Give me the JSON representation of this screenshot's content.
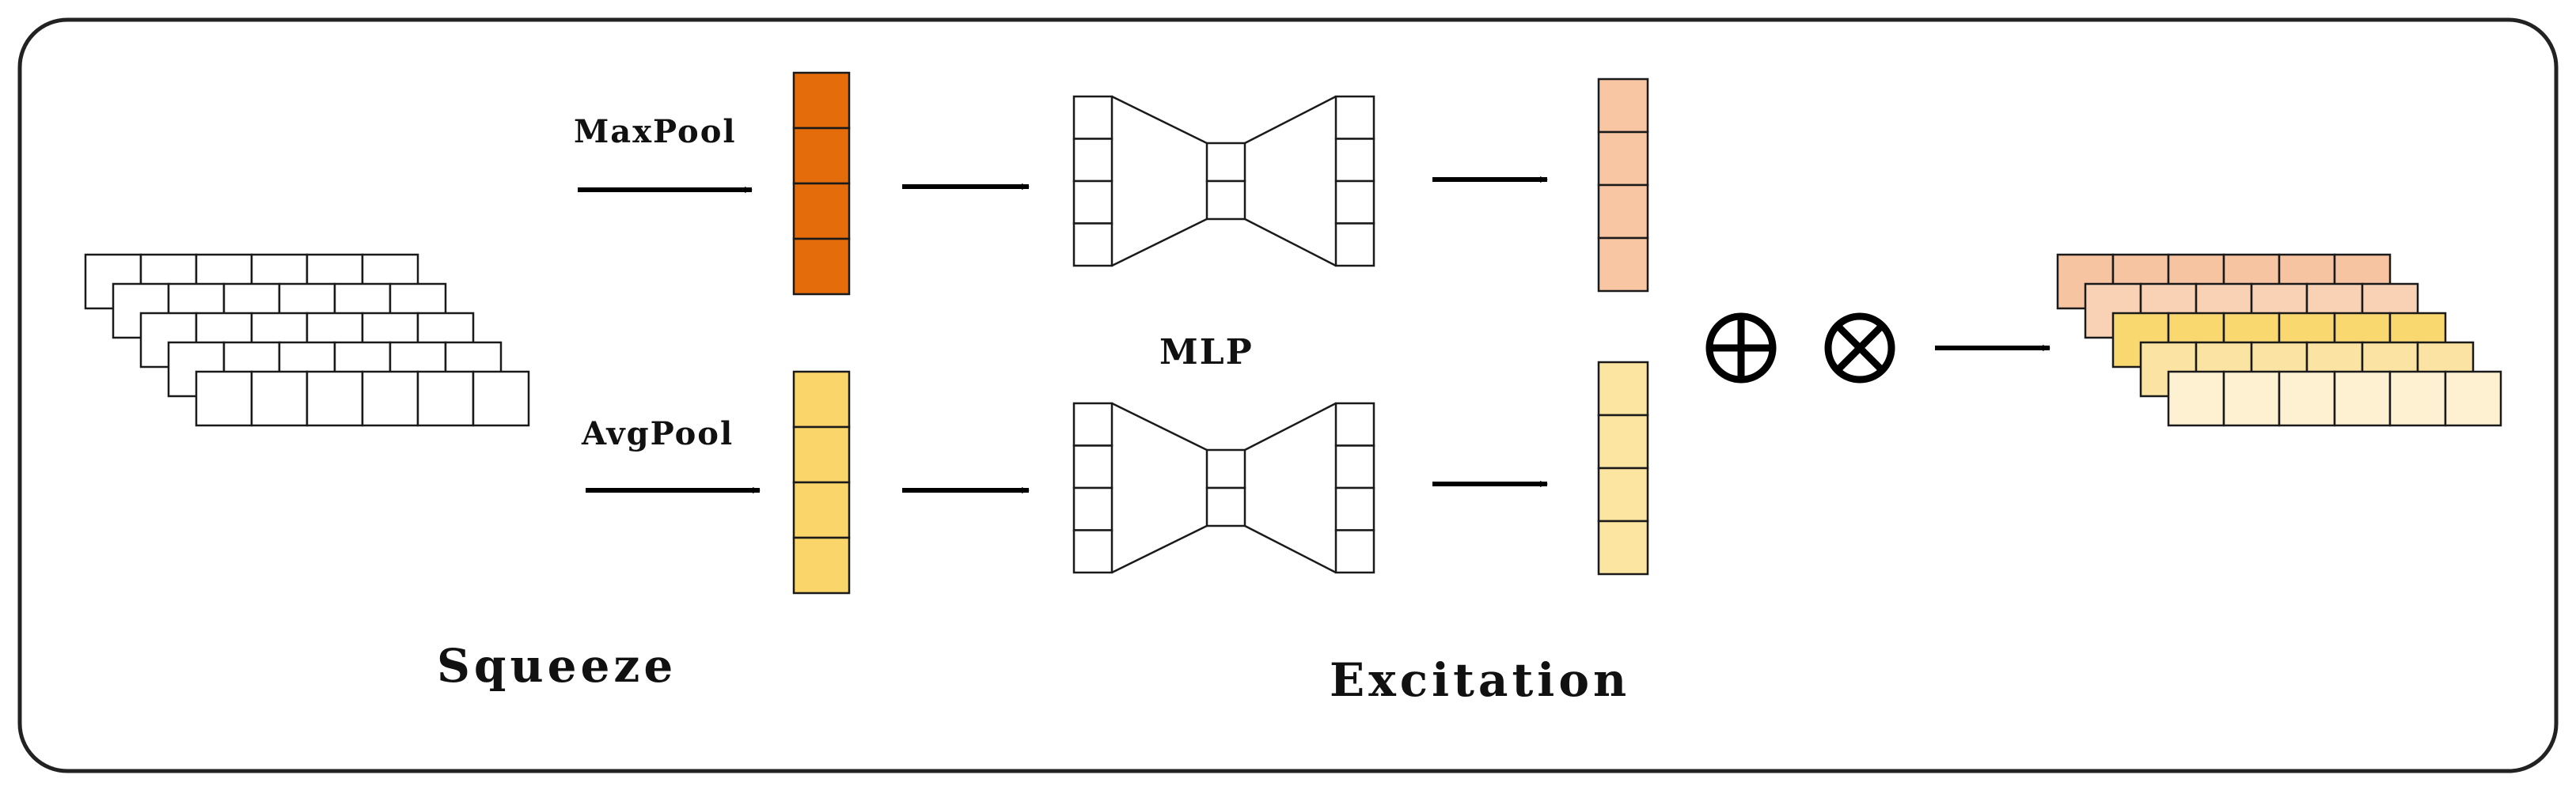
{
  "labels": {
    "maxpool": "MaxPool",
    "avgpool": "AvgPool",
    "mlp": "MLP",
    "squeeze": "Squeeze",
    "excitation": "Excitation"
  },
  "operators": {
    "add": "⊕",
    "multiply": "⊗"
  },
  "colors": {
    "frame_stroke": "#222222",
    "maxpool_fill": "#E46C0A",
    "avgpool_fill": "#FAD66A",
    "excite_max_fill": "#F8C6A3",
    "excite_avg_fill": "#FCE5A0",
    "output_layer_fills": [
      "#F7C4A2",
      "#F9D2B5",
      "#F9D870",
      "#FBE4A3",
      "#FDF1D2"
    ],
    "input_fill": "#FFFFFF"
  },
  "structure": {
    "input_feature_map_layers": 5,
    "input_cells_per_layer": 6,
    "pooled_vector_cells": 4,
    "mlp_side_cells": 4,
    "mlp_middle_cells": 2,
    "output_feature_map_layers": 5,
    "output_cells_per_layer": 6
  }
}
